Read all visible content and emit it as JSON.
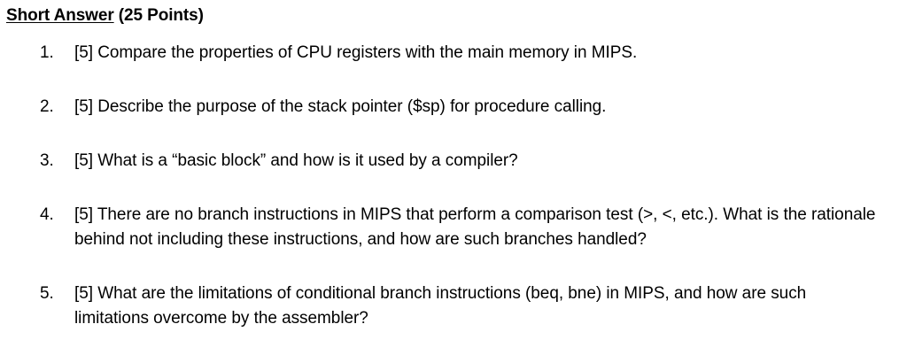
{
  "document": {
    "heading": {
      "title": "Short Answer",
      "points": " (25 Points)"
    },
    "questions": [
      {
        "number": "1.",
        "text": "[5] Compare the properties of CPU registers with the main memory in MIPS."
      },
      {
        "number": "2.",
        "text": "[5] Describe the purpose of the stack pointer ($sp) for procedure calling."
      },
      {
        "number": "3.",
        "text": "[5] What is a “basic block” and how is it used by a compiler?"
      },
      {
        "number": "4.",
        "text": "[5] There are no branch instructions in MIPS that perform a comparison test (>, <, etc.). What is the rationale behind not including these instructions, and how are such branches handled?"
      },
      {
        "number": "5.",
        "text": "[5] What are the limitations of conditional branch instructions (beq, bne) in MIPS, and how are such limitations overcome by the assembler?"
      }
    ]
  }
}
